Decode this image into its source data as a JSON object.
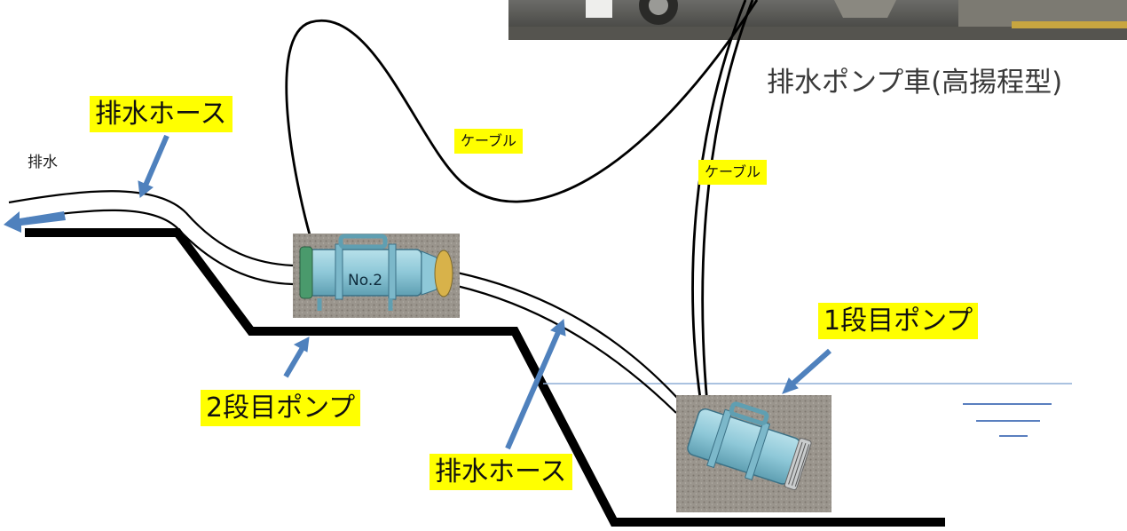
{
  "labels": {
    "truck": "排水ポンプ車(高揚程型)",
    "discharge": "排水",
    "hose_top": "排水ホース",
    "hose_bottom": "排水ホース",
    "cable_left": "ケーブル",
    "cable_right": "ケーブル",
    "pump_stage2": "2段目ポンプ",
    "pump_stage1": "1段目ポンプ",
    "pump_plate": "No.2"
  },
  "colors": {
    "label_bg": "#ffff00",
    "arrow": "#4f81bd",
    "pump_body": "#8ec8d8",
    "water_line": "#8eaed6",
    "ground": "#000000"
  }
}
